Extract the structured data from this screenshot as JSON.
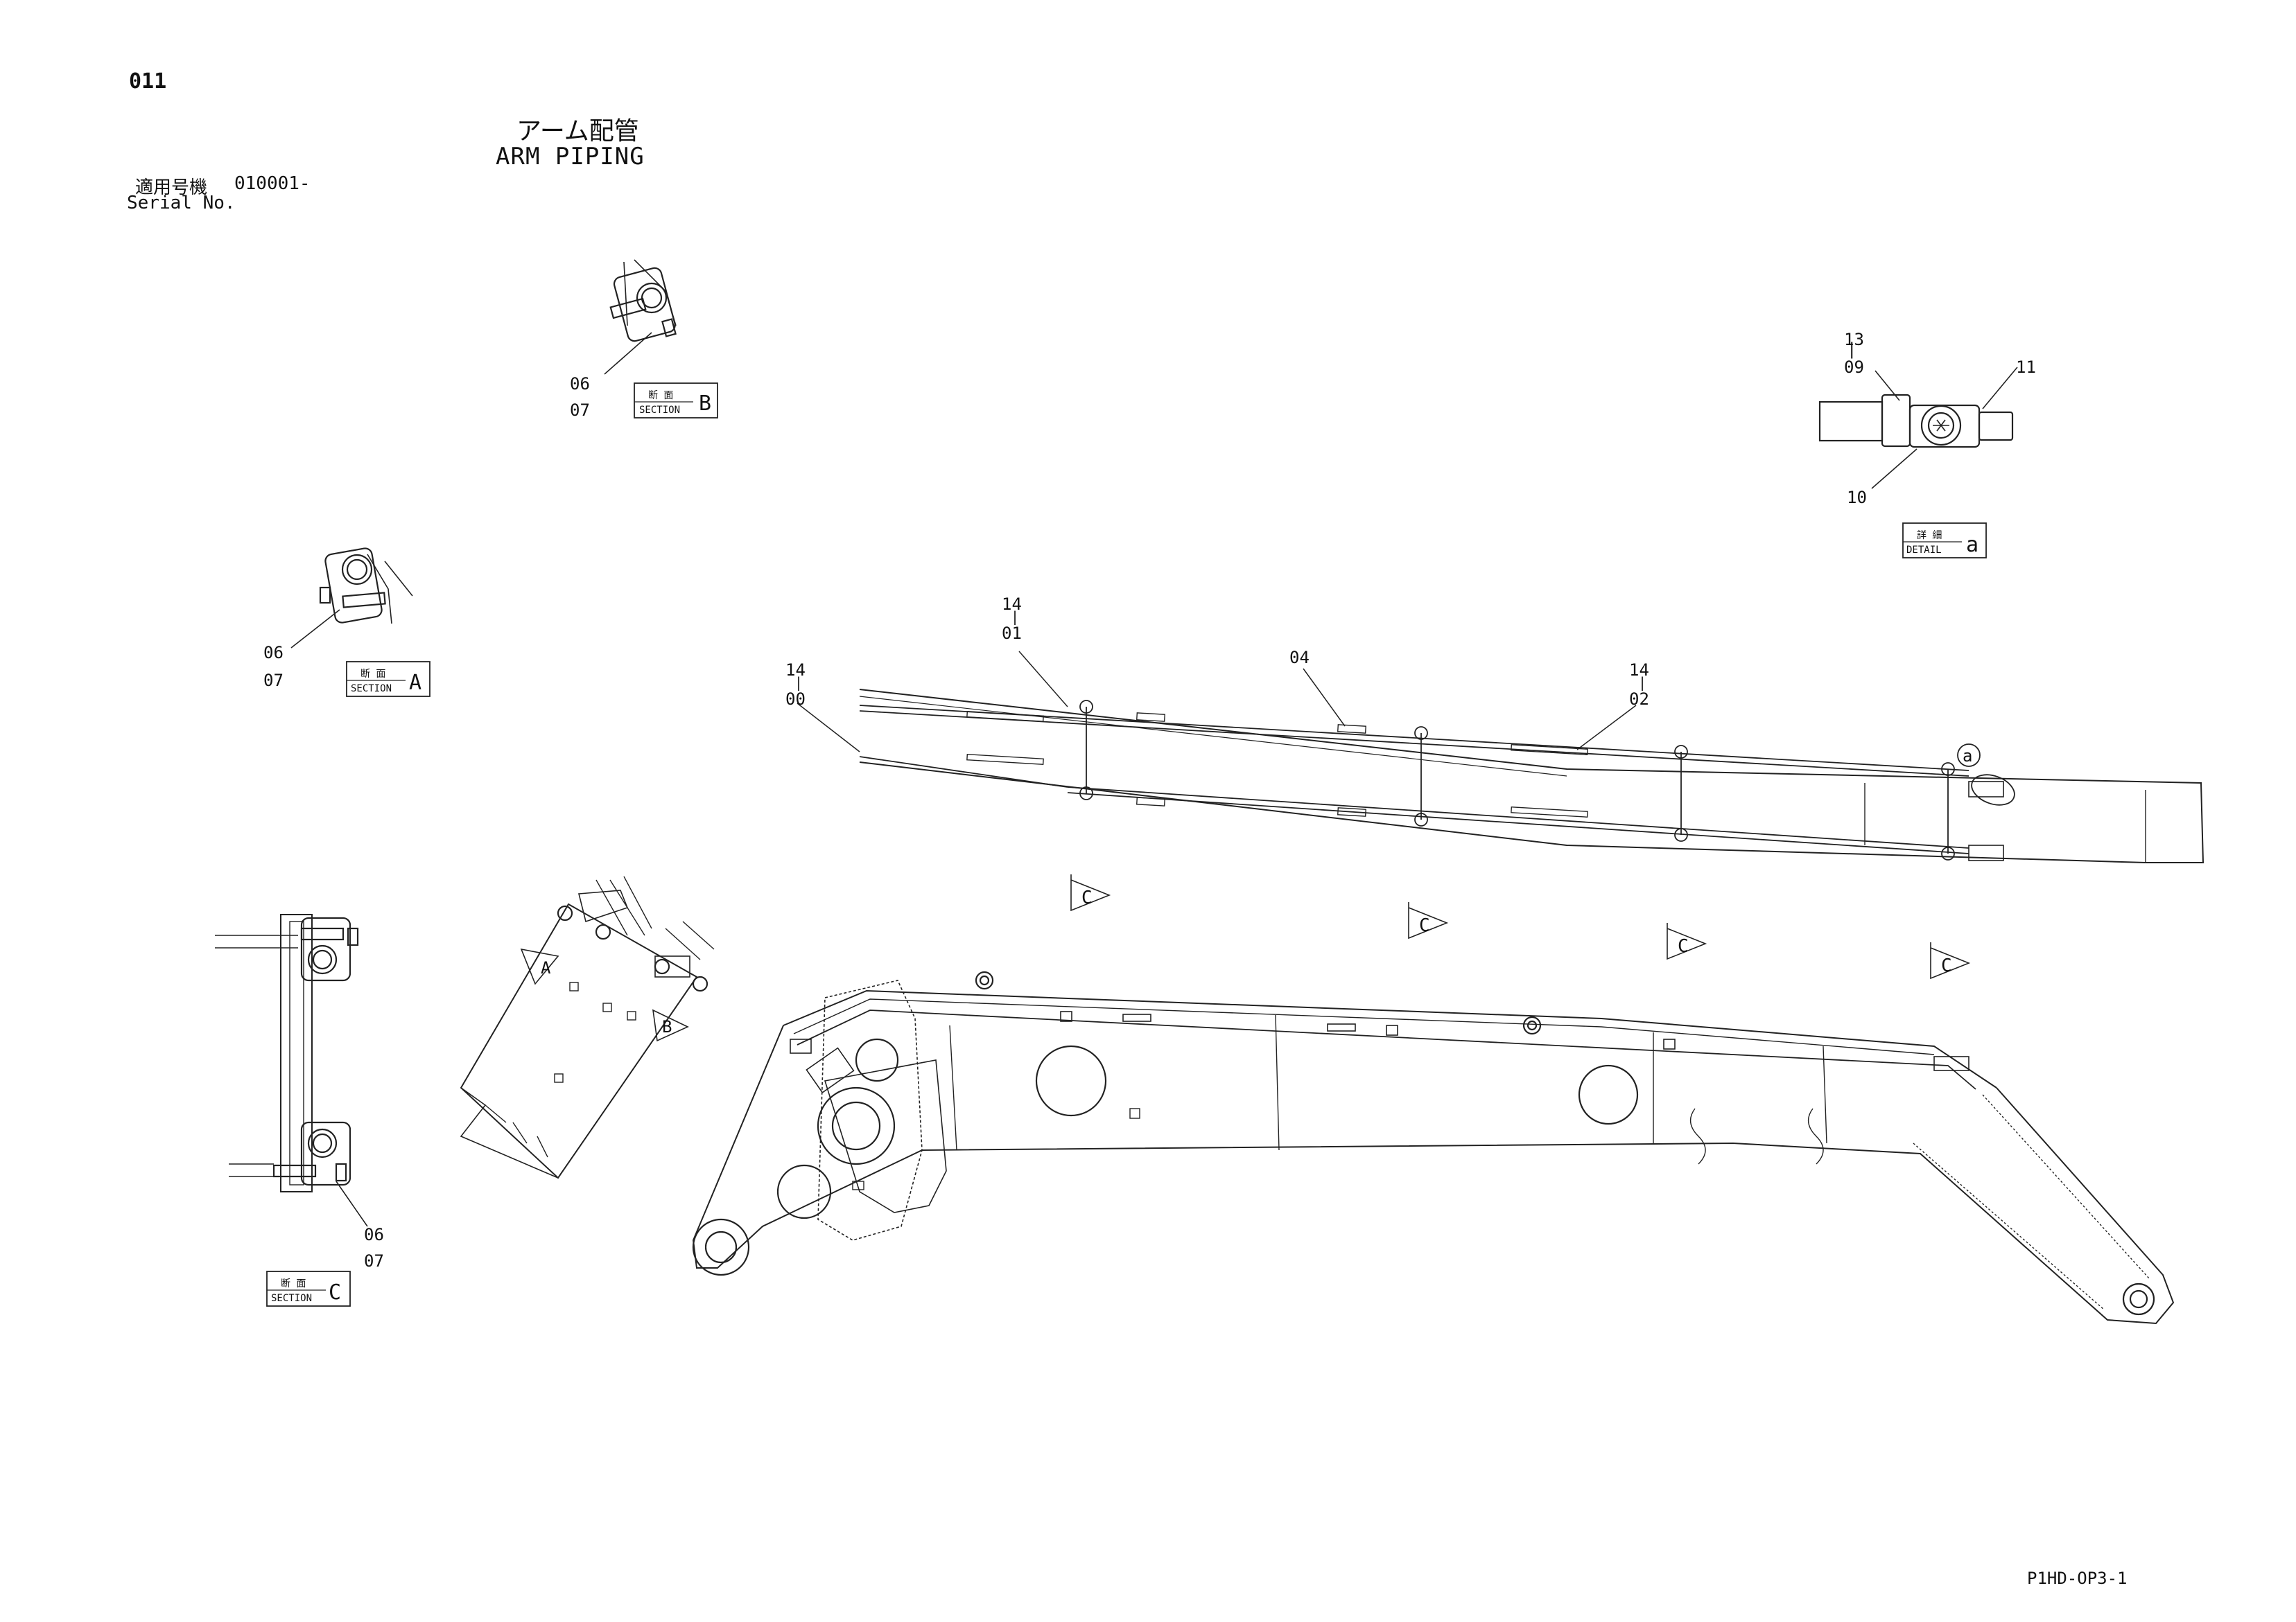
{
  "page_number": "011",
  "title": {
    "jp": "アーム配管",
    "en": "ARM PIPING"
  },
  "serial": {
    "label_jp": "適用号機",
    "value": "010001-",
    "label_en": "Serial No."
  },
  "drawing_code": "P1HD-OP3-1",
  "views": {
    "section_a": {
      "jp": "断 面",
      "en": "SECTION",
      "letter": "A",
      "parts": [
        "06",
        "07"
      ]
    },
    "section_b": {
      "jp": "断 面",
      "en": "SECTION",
      "letter": "B",
      "parts": [
        "06",
        "07"
      ]
    },
    "section_c": {
      "jp": "断 面",
      "en": "SECTION",
      "letter": "C",
      "parts": [
        "06",
        "07"
      ]
    },
    "detail_a": {
      "jp": "詳 細",
      "en": "DETAIL",
      "letter": "a",
      "parts": [
        "13",
        "09",
        "11",
        "10"
      ]
    }
  },
  "callouts": [
    {
      "top": "14",
      "bottom": "01"
    },
    {
      "top": "14",
      "bottom": "00"
    },
    {
      "top": "",
      "bottom": "04"
    },
    {
      "top": "14",
      "bottom": "02"
    }
  ],
  "view_markers": {
    "section_a": "A",
    "section_b": "B",
    "section_c": "C",
    "detail_a": "a"
  }
}
